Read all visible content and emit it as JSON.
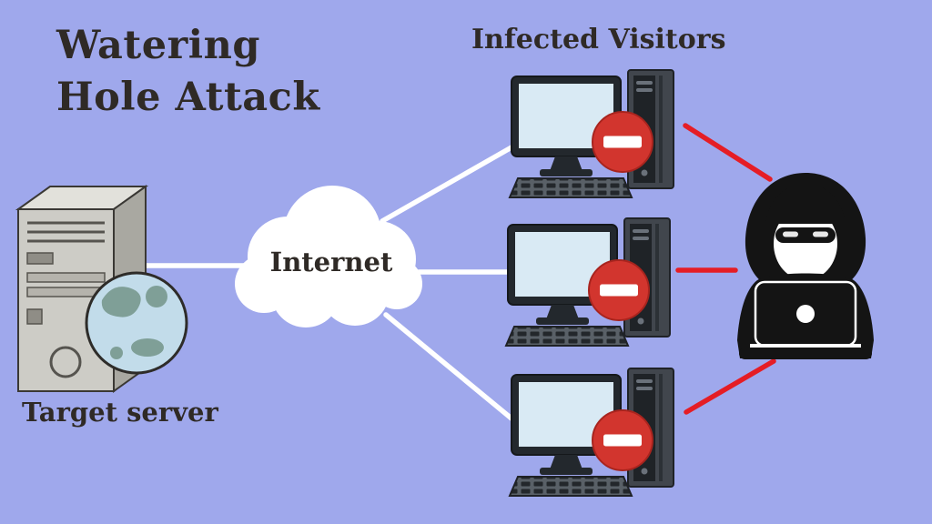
{
  "title": {
    "line1": "Watering",
    "line2": "Hole Attack",
    "full": "Watering Hole Attack"
  },
  "labels": {
    "infected_visitors": "Infected Visitors",
    "internet": "Internet",
    "target_server": "Target server"
  },
  "diagram": {
    "type": "network-attack-diagram",
    "nodes": {
      "target_server": {
        "label": "Target server",
        "icon": "server-tower-with-globe-icon"
      },
      "internet": {
        "label": "Internet",
        "icon": "cloud-icon"
      },
      "infected_visitors": {
        "label": "Infected Visitors",
        "icon": "desktop-computer-icon",
        "badge_icon": "prohibition-minus-icon",
        "count": 3
      },
      "attacker": {
        "icon": "hooded-hacker-with-laptop-icon"
      }
    },
    "connections": [
      {
        "from": "target_server",
        "to": "internet",
        "color": "#ffffff"
      },
      {
        "from": "internet",
        "to": "infected_computer_1",
        "color": "#ffffff"
      },
      {
        "from": "internet",
        "to": "infected_computer_2",
        "color": "#ffffff"
      },
      {
        "from": "internet",
        "to": "infected_computer_3",
        "color": "#ffffff"
      },
      {
        "from": "infected_computer_1",
        "to": "attacker",
        "color": "#e51d25"
      },
      {
        "from": "infected_computer_2",
        "to": "attacker",
        "color": "#e51d25"
      },
      {
        "from": "infected_computer_3",
        "to": "attacker",
        "color": "#e51d25"
      }
    ]
  },
  "colors": {
    "background": "#9fa8ec",
    "text": "#2f2a26",
    "network_line": "#ffffff",
    "attack_line": "#e51d25",
    "badge_red": "#d2352e",
    "cloud_white": "#ffffff",
    "screen_blue": "#d9eaf4"
  }
}
